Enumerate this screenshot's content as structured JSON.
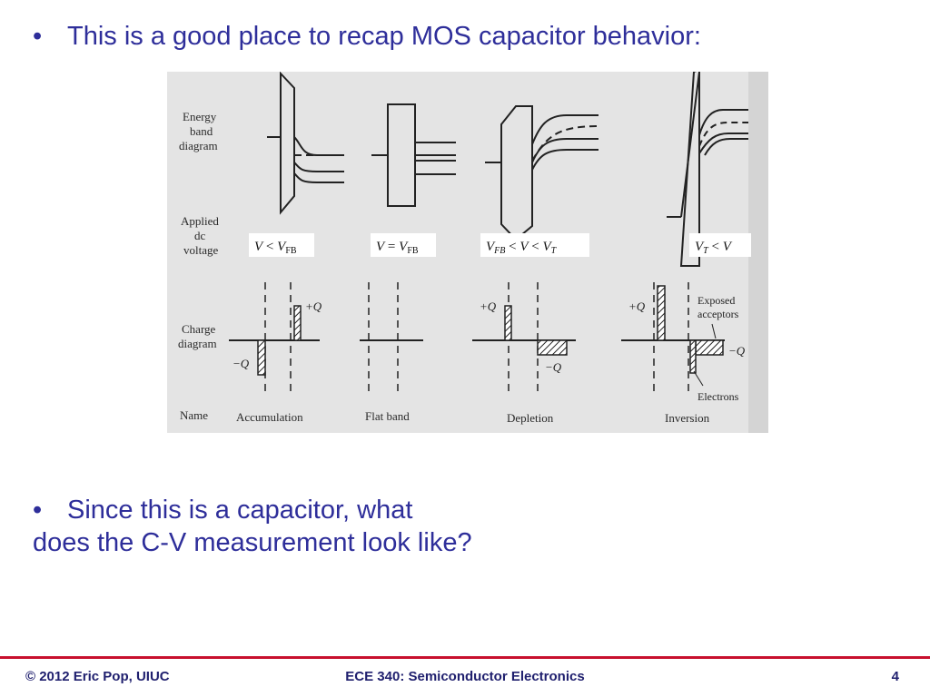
{
  "bullets": {
    "b1": {
      "marker": "•",
      "text": "This is a good place to recap MOS capacitor behavior:"
    },
    "b2": {
      "marker": "•",
      "line1": "Since this is a capacitor, what",
      "line2": "does the C-V measurement look like?"
    }
  },
  "figure": {
    "row_labels": {
      "energy": [
        "Energy",
        "band",
        "diagram"
      ],
      "voltage": [
        "Applied",
        "dc",
        "voltage"
      ],
      "charge": [
        "Charge",
        "diagram"
      ],
      "name": "Name"
    },
    "voltage_labels": {
      "accumulation": {
        "a": "V",
        "op": " < ",
        "b": "V",
        "b_sub": "FB"
      },
      "flatband": {
        "a": "V",
        "op": " = ",
        "b": "V",
        "b_sub": "FB"
      },
      "depletion": {
        "a": "V",
        "a_sub": "FB",
        "op1": " < ",
        "b": "V",
        "op2": " < ",
        "c": "V",
        "c_sub": "T"
      },
      "inversion": {
        "a": "V",
        "a_sub": "T",
        "op": "  < ",
        "b": "V"
      }
    },
    "charge_labels": {
      "plus": "+Q",
      "minus": "−Q"
    },
    "inversion_notes": [
      "Exposed",
      "acceptors",
      "Electrons"
    ],
    "names": [
      "Accumulation",
      "Flat band",
      "Depletion",
      "Inversion"
    ]
  },
  "footer": {
    "left": "© 2012 Eric Pop, UIUC",
    "center": "ECE 340: Semiconductor Electronics",
    "right": "4"
  }
}
